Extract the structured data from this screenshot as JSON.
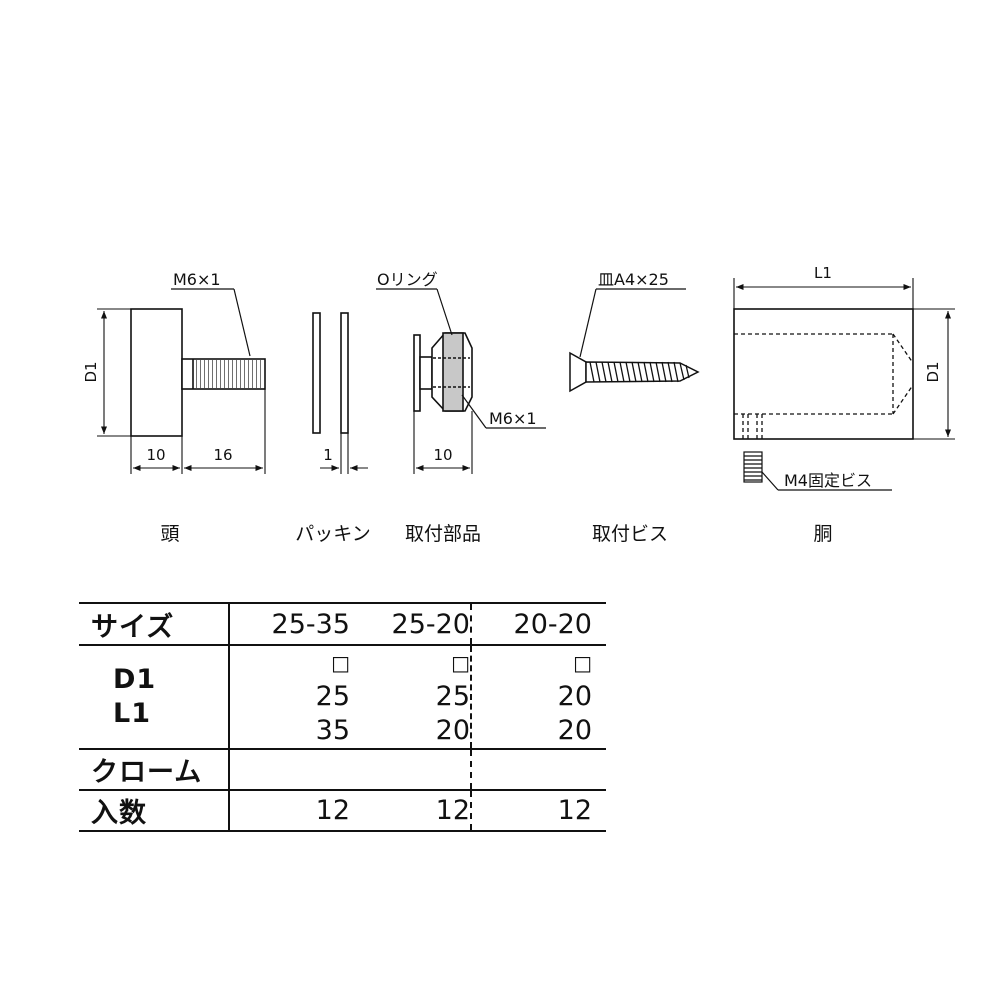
{
  "callouts": {
    "head_thread": "M6×1",
    "o_ring": "Oリング",
    "mount_thread": "M6×1",
    "screw": "皿A4×25",
    "set_screw": "M4固定ビス"
  },
  "dimensions": {
    "head_d": "D1",
    "head_w1": "10",
    "head_w2": "16",
    "packing_t": "1",
    "mount_w": "10",
    "body_l": "L1",
    "body_d": "D1"
  },
  "part_labels": {
    "head": "頭",
    "packing": "パッキン",
    "mount": "取付部品",
    "screw": "取付ビス",
    "body": "胴"
  },
  "table": {
    "row_size": {
      "label": "サイズ",
      "values": [
        "25-35",
        "25-20",
        "20-20"
      ]
    },
    "row_d1": {
      "label": "D1",
      "values": [
        "25",
        "25",
        "20"
      ]
    },
    "row_l1": {
      "label": "L1",
      "values": [
        "35",
        "20",
        "20"
      ]
    },
    "square_symbol": "□",
    "row_chrome": {
      "label": "クローム",
      "values": [
        "",
        "",
        ""
      ]
    },
    "row_qty": {
      "label": "入数",
      "values": [
        "12",
        "12",
        "12"
      ]
    }
  }
}
